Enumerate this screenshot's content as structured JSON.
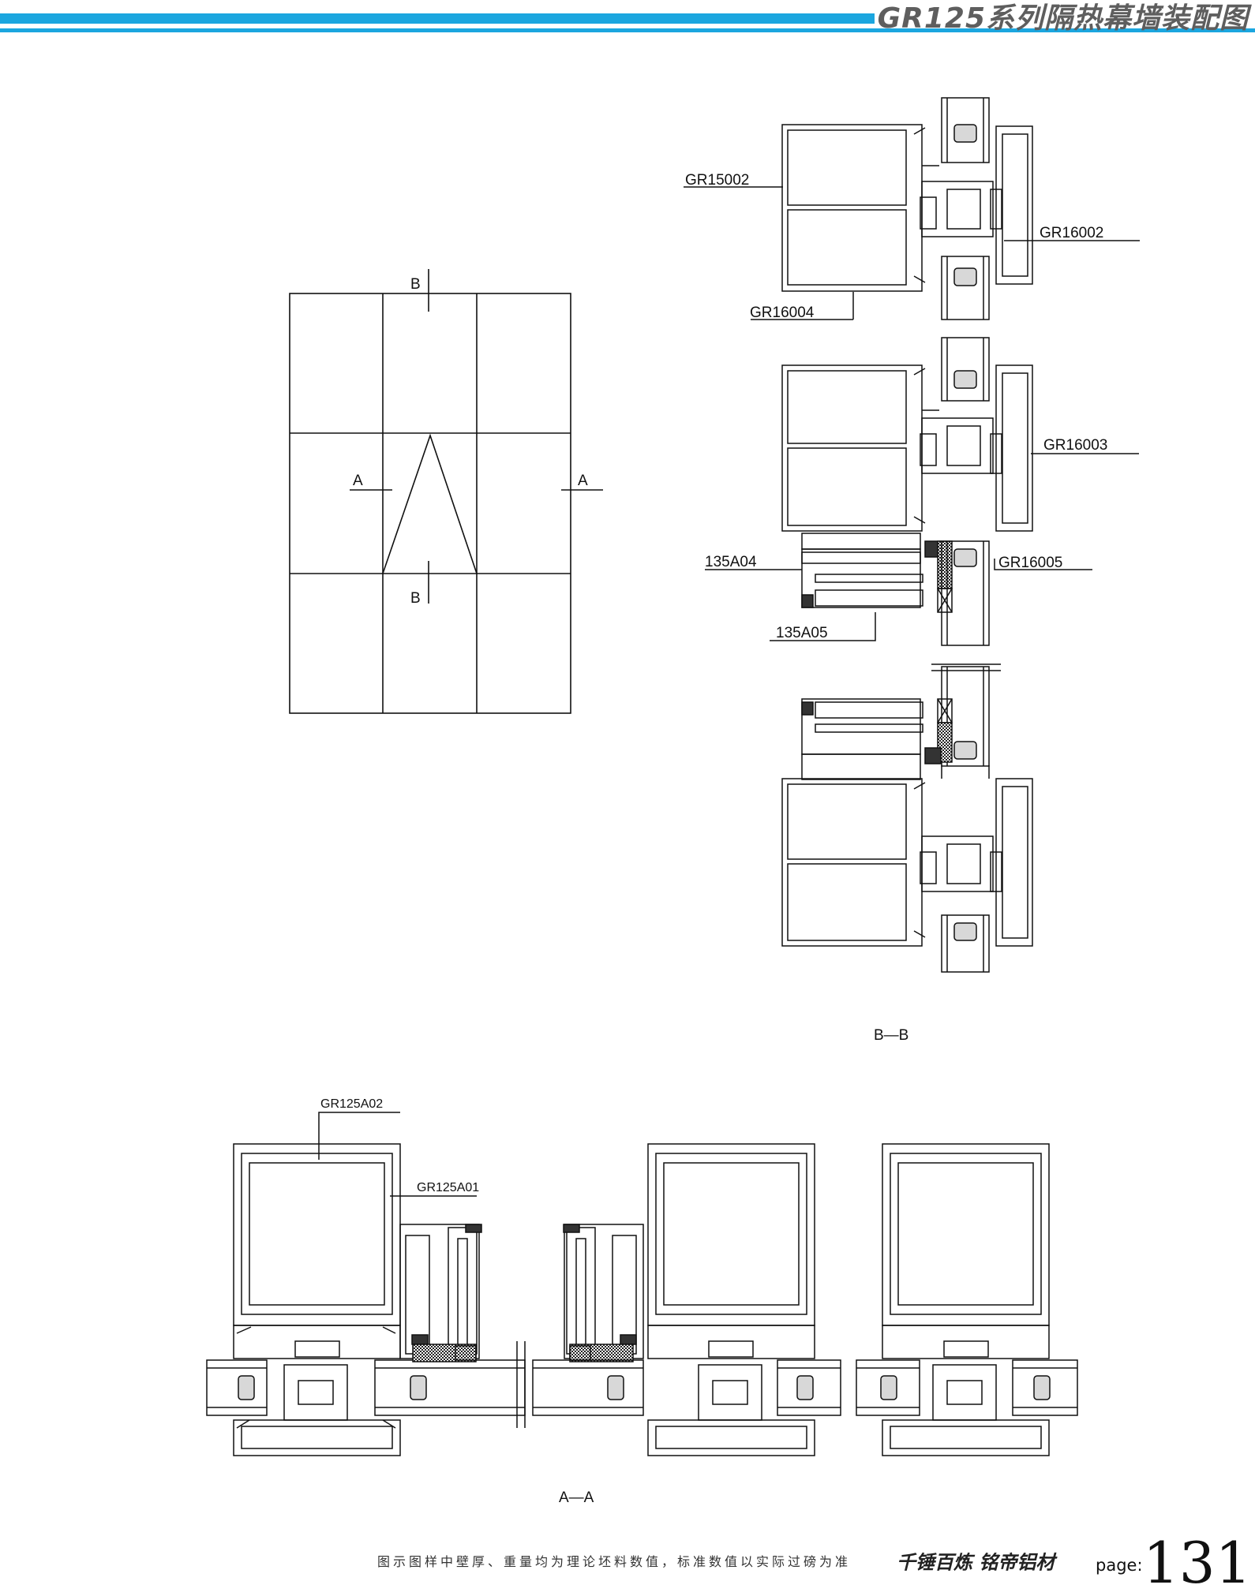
{
  "header": {
    "title": "GR125系列隔热幕墙装配图"
  },
  "elevation": {
    "section_b_top": "B",
    "section_b_bottom": "B",
    "section_a_left": "A",
    "section_a_right": "A"
  },
  "section_bb": {
    "title": "B—B",
    "labels": {
      "gr15002": "GR15002",
      "gr16002": "GR16002",
      "gr16004": "GR16004",
      "gr16003": "GR16003",
      "p135a04": "135A04",
      "gr16005": "GR16005",
      "p135a05": "135A05"
    }
  },
  "section_aa": {
    "title": "A—A",
    "labels": {
      "gr125a02": "GR125A02",
      "gr125a01": "GR125A01"
    }
  },
  "footer": {
    "note": "图示图样中壁厚、重量均为理论坯料数值，标准数值以实际过磅为准",
    "brand": "千锤百炼  铭帝铝材",
    "page_label": "page:",
    "page_number": "131"
  },
  "colors": {
    "accent": "#1ba6df",
    "title_gray": "#5e5e5e",
    "line": "#111111"
  }
}
